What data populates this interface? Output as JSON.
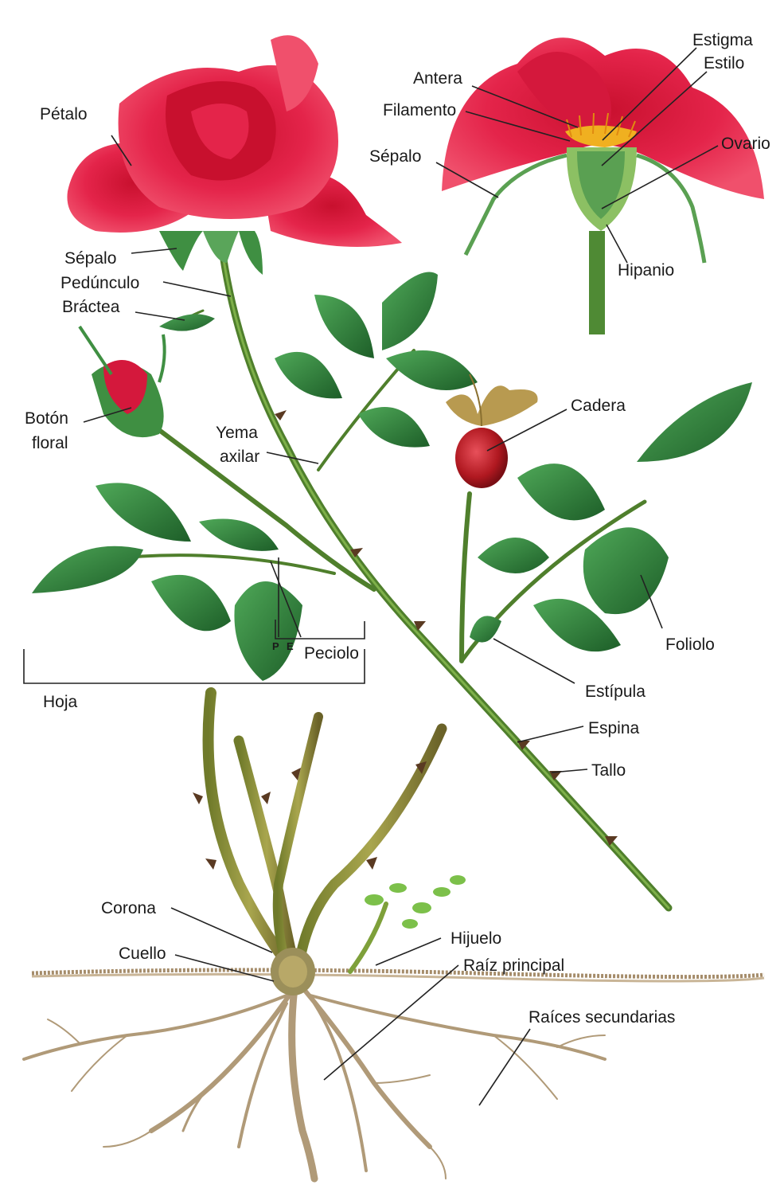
{
  "palette": {
    "petal": "#e4244a",
    "petal_dark": "#b5122f",
    "petal_light": "#f25a74",
    "leaf": "#2f8a3a",
    "leaf_dark": "#1d5e28",
    "stem": "#4f7f2c",
    "cane": "#8a8a3a",
    "root": "#b09a78",
    "soil": "#a58c6a",
    "hip": "#c0202a",
    "stamen": "#f0b020",
    "line": "#222222"
  },
  "labels": {
    "petalo": "Pétalo",
    "sepalo_main": "Sépalo",
    "pedunculo": "Pedúnculo",
    "bractea": "Bráctea",
    "boton_1": "Botón",
    "boton_2": "floral",
    "yema_1": "Yema",
    "yema_2": "axilar",
    "hoja": "Hoja",
    "peciolo": "Peciolo",
    "p_mark": "P",
    "e_mark": "E",
    "antera": "Antera",
    "filamento": "Filamento",
    "sepalo_section": "Sépalo",
    "estigma": "Estigma",
    "estilo": "Estilo",
    "ovario": "Ovario",
    "hipanio": "Hipanio",
    "cadera": "Cadera",
    "foliolo": "Foliolo",
    "estipula": "Estípula",
    "espina": "Espina",
    "tallo": "Tallo",
    "corona": "Corona",
    "cuello": "Cuello",
    "hijuelo": "Hijuelo",
    "raiz_principal": "Raíz principal",
    "raices_secundarias": "Raíces secundarias"
  }
}
